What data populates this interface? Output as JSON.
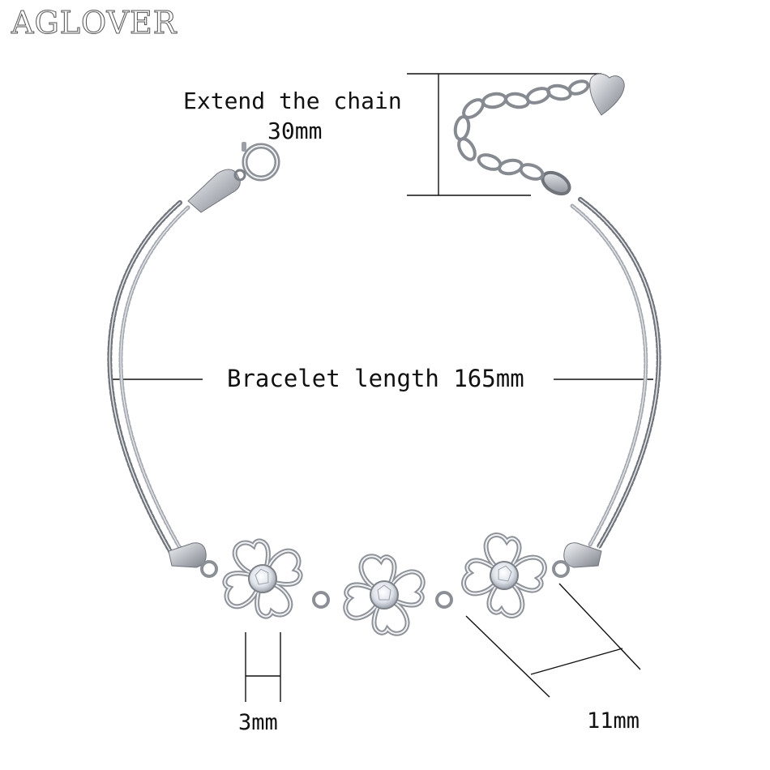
{
  "brand": {
    "name": "AGLOVER"
  },
  "annotations": {
    "extend_line1": "Extend the chain",
    "extend_line2": "30mm",
    "bracelet_length": "Bracelet length 165mm",
    "width_small": "3mm",
    "width_large": "11mm"
  },
  "colors": {
    "background": "#ffffff",
    "silver": "#c9ccd1",
    "silver_dark": "#7b7f86",
    "measure_line": "#111111",
    "text": "#111111"
  }
}
